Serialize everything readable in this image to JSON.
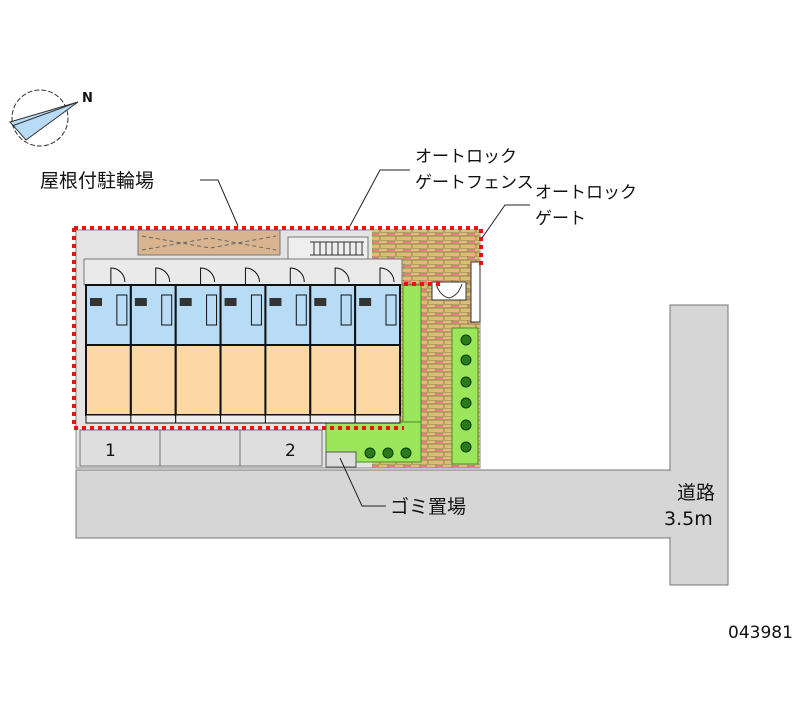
{
  "compass": {
    "north_label": "N"
  },
  "labels": {
    "bicycle_parking": "屋根付駐輪場",
    "autolock_fence_line1": "オートロック",
    "autolock_fence_line2": "ゲートフェンス",
    "autolock_gate_line1": "オートロック",
    "autolock_gate_line2": "ゲート",
    "garbage": "ゴミ置場",
    "road_line1": "道路",
    "road_line2": "3.5m",
    "parking_1": "1",
    "parking_2": "2",
    "property_code": "043981"
  },
  "colors": {
    "boundary": "#ee1111",
    "brick": "#c9a56a",
    "lawn": "#9be65a",
    "wet_area": "#b8dcf5",
    "room": "#fcd8a4",
    "road": "#d6d6d6",
    "bike_roof": "#d8b490"
  },
  "units": 7
}
